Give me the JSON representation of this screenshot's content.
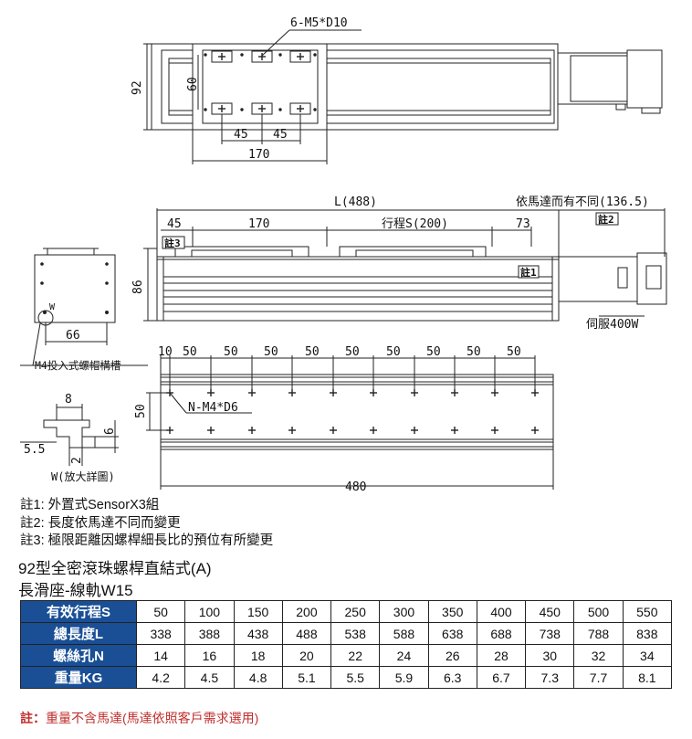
{
  "dims": {
    "holes_top": "6-M5*D10",
    "height_92": "92",
    "height_60": "60",
    "pitch_a": "45",
    "pitch_b": "45",
    "width_170": "170",
    "length_total": "L(488)",
    "motor_note": "依馬達而有不同(136.5)",
    "note2_tag": "註2",
    "d45": "45",
    "d170": "170",
    "stroke": "行程S(200)",
    "d73": "73",
    "note3_tag": "註3",
    "note1_tag": "註1",
    "height_86": "86",
    "end_66": "66",
    "w_label": "W",
    "servo": "伺服400W",
    "m4_label": "M4投入式螺帽構槽",
    "rail_10": "10",
    "rail_50": [
      "50",
      "50",
      "50",
      "50",
      "50",
      "50",
      "50",
      "50",
      "50"
    ],
    "rail_holes": "N-M4*D6",
    "rail_width": "50",
    "rail_length": "480",
    "detail_8": "8",
    "detail_6": "6",
    "detail_55": "5.5",
    "detail_2": "2",
    "detail_title": "W(放大詳圖)"
  },
  "notes": [
    "註1: 外置式SensorX3組",
    "註2: 長度依馬達不同而變更",
    "註3: 極限距離因螺桿細長比的預位有所變更"
  ],
  "title_line1": "92型全密滾珠螺桿直結式(A)",
  "title_line2": "長滑座-線軌W15",
  "table": {
    "rows": [
      {
        "label": "有效行程S",
        "values": [
          "50",
          "100",
          "150",
          "200",
          "250",
          "300",
          "350",
          "400",
          "450",
          "500",
          "550"
        ]
      },
      {
        "label": "總長度L",
        "values": [
          "338",
          "388",
          "438",
          "488",
          "538",
          "588",
          "638",
          "688",
          "738",
          "788",
          "838"
        ]
      },
      {
        "label": "螺絲孔N",
        "values": [
          "14",
          "16",
          "18",
          "20",
          "22",
          "24",
          "26",
          "28",
          "30",
          "32",
          "34"
        ]
      },
      {
        "label": "重量KG",
        "values": [
          "4.2",
          "4.5",
          "4.8",
          "5.1",
          "5.5",
          "5.9",
          "6.3",
          "6.7",
          "7.3",
          "7.7",
          "8.1"
        ]
      }
    ]
  },
  "footnote_tag": "註：",
  "footnote_text": "重量不含馬達(馬達依照客戶需求選用)",
  "colors": {
    "header_bg": "#1a4f96",
    "footnote": "#c0302e"
  }
}
